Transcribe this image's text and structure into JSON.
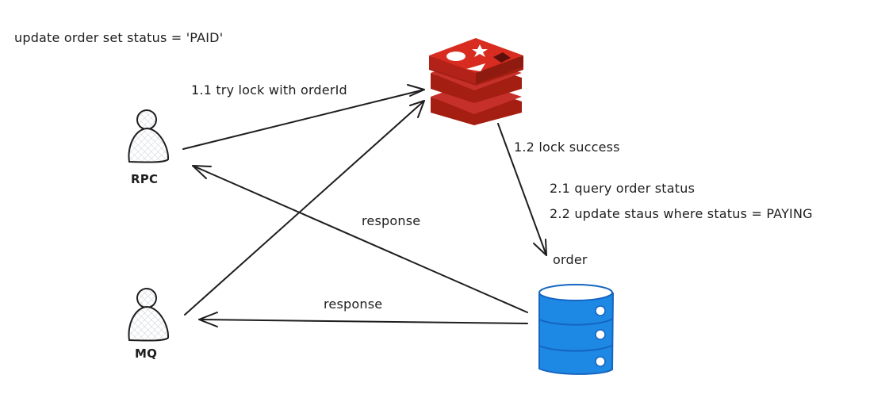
{
  "title_note": "update order set status = 'PAID'",
  "actors": [
    {
      "id": "rpc",
      "label": "RPC",
      "icon": "user-icon"
    },
    {
      "id": "mq",
      "label": "MQ",
      "icon": "user-icon"
    }
  ],
  "nodes": {
    "redis": {
      "icon": "redis-icon",
      "color": "#c6302b"
    },
    "database": {
      "label": "order",
      "icon": "database-icon",
      "color": "#1e88e5"
    }
  },
  "edges": [
    {
      "from": "rpc",
      "to": "redis",
      "label": "1.1 try lock with orderId"
    },
    {
      "from": "mq",
      "to": "redis",
      "label": ""
    },
    {
      "from": "redis",
      "to": "database",
      "label": "1.2 lock success"
    },
    {
      "from": "database",
      "to": "rpc",
      "label": "response"
    },
    {
      "from": "database",
      "to": "mq",
      "label": "response"
    }
  ],
  "steps": [
    "2.1 query order status",
    "2.2 update staus where status = PAYING"
  ]
}
